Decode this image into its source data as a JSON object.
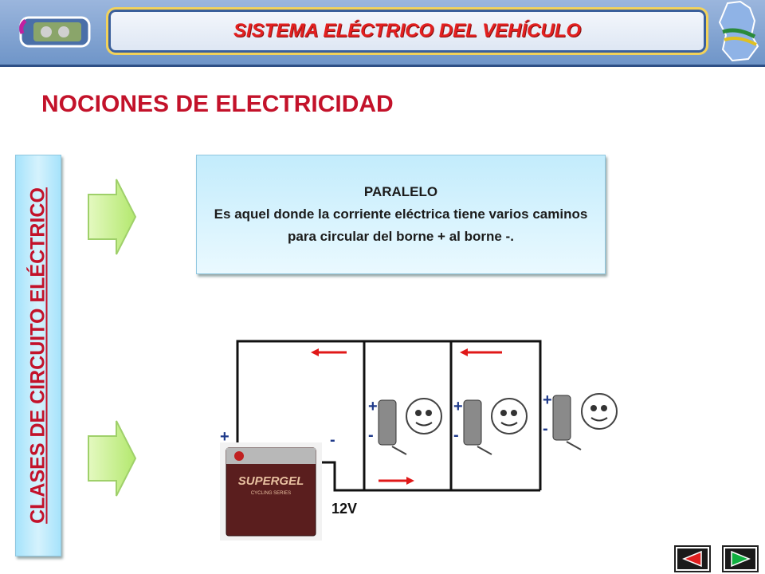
{
  "header": {
    "title": "SISTEMA ELÉCTRICO DEL VEHÍCULO"
  },
  "page": {
    "title": "NOCIONES DE ELECTRICIDAD"
  },
  "side_label": "CLASES DE CIRCUITO ELÉCTRICO",
  "info": {
    "title": "PARALELO",
    "body": "Es aquel donde la corriente eléctrica tiene varios caminos para circular del borne + al borne -."
  },
  "circuit": {
    "battery_label": "12V",
    "plus": "+",
    "minus": "-",
    "battery_brand": "SUPERGEL",
    "battery_sub": "CYCLING SERIES"
  },
  "colors": {
    "accent_red": "#c3122a",
    "arrow_green": "#c8f08a",
    "box_blue": "#bfe9fb",
    "nav_red": "#e01f1f",
    "nav_green": "#10b040"
  }
}
